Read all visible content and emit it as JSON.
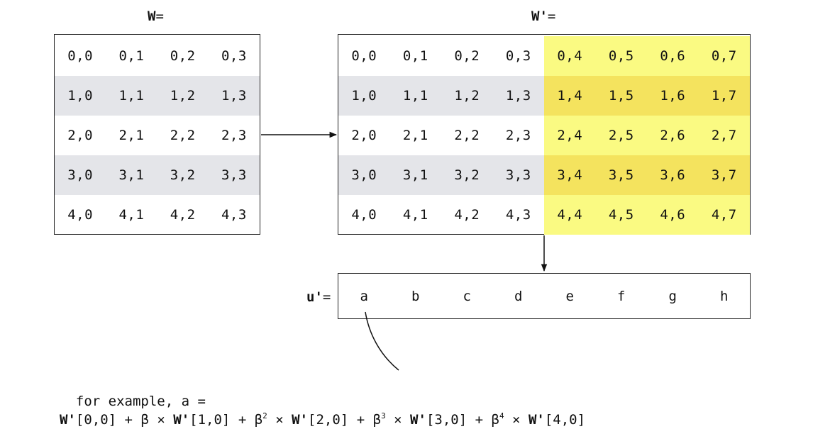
{
  "w_label": {
    "main": "W",
    "suffix": "="
  },
  "wp_label": {
    "main": "W'",
    "suffix": "="
  },
  "u_label": {
    "main": "u'",
    "suffix": "="
  },
  "matrix_w": {
    "rows": [
      [
        "0,0",
        "0,1",
        "0,2",
        "0,3"
      ],
      [
        "1,0",
        "1,1",
        "1,2",
        "1,3"
      ],
      [
        "2,0",
        "2,1",
        "2,2",
        "2,3"
      ],
      [
        "3,0",
        "3,1",
        "3,2",
        "3,3"
      ],
      [
        "4,0",
        "4,1",
        "4,2",
        "4,3"
      ]
    ]
  },
  "matrix_wp": {
    "rows": [
      [
        "0,0",
        "0,1",
        "0,2",
        "0,3",
        "0,4",
        "0,5",
        "0,6",
        "0,7"
      ],
      [
        "1,0",
        "1,1",
        "1,2",
        "1,3",
        "1,4",
        "1,5",
        "1,6",
        "1,7"
      ],
      [
        "2,0",
        "2,1",
        "2,2",
        "2,3",
        "2,4",
        "2,5",
        "2,6",
        "2,7"
      ],
      [
        "3,0",
        "3,1",
        "3,2",
        "3,3",
        "3,4",
        "3,5",
        "3,6",
        "3,7"
      ],
      [
        "4,0",
        "4,1",
        "4,2",
        "4,3",
        "4,4",
        "4,5",
        "4,6",
        "4,7"
      ]
    ],
    "highlight_from_col": 4,
    "highlight_color": "#fafa82",
    "highlight_shaded_color": "#f4e35e"
  },
  "vector_u": [
    "a",
    "b",
    "c",
    "d",
    "e",
    "f",
    "g",
    "h"
  ],
  "colors": {
    "row_shade": "#e4e5e9",
    "line": "#222222"
  },
  "example": {
    "prefix": "for example, a = ",
    "terms": [
      {
        "coef": "",
        "power": "",
        "matrix": "W'",
        "index": "[0,0]"
      },
      {
        "coef": "β",
        "power": "",
        "matrix": "W'",
        "index": "[1,0]"
      },
      {
        "coef": "β",
        "power": "2",
        "matrix": "W'",
        "index": "[2,0]"
      },
      {
        "coef": "β",
        "power": "3",
        "matrix": "W'",
        "index": "[3,0]"
      },
      {
        "coef": "β",
        "power": "4",
        "matrix": "W'",
        "index": "[4,0]"
      }
    ],
    "plus": "+",
    "times": "×"
  }
}
